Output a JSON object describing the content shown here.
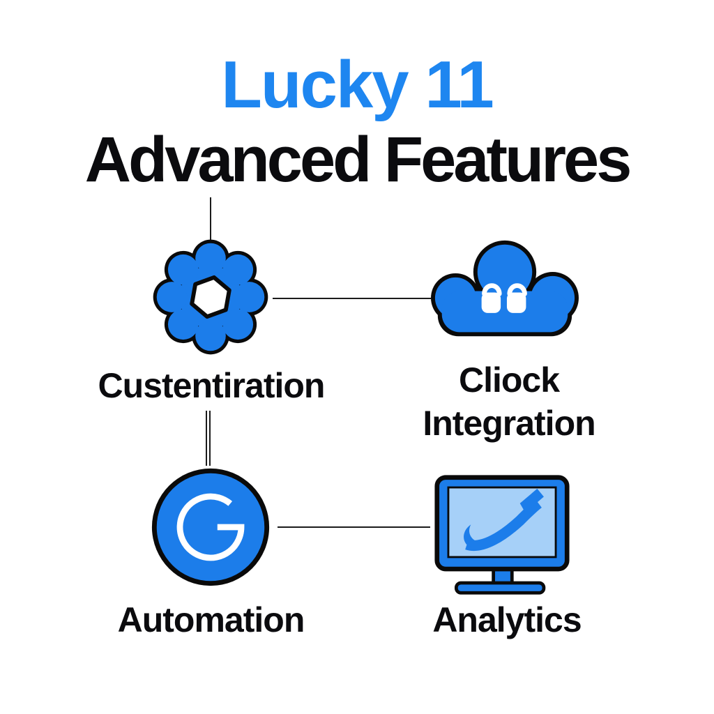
{
  "page": {
    "background": "#ffffff"
  },
  "header": {
    "title": "Lucky 11",
    "subtitle": "Advanced Features"
  },
  "colors": {
    "title_blue": "#1e86f0",
    "accent_blue": "#1c7dea",
    "screen_blue": "#a6d0f8",
    "ink": "#0a0a0a",
    "label_black": "#0b0b0e",
    "connector": "#1b1b1b"
  },
  "nodes": [
    {
      "id": "customization",
      "label": "Custentiration",
      "icon": "gear-icon"
    },
    {
      "id": "cloud_integration",
      "label": "Cliock Integration",
      "icon": "cloud-locks-icon"
    },
    {
      "id": "automation",
      "label": "Automation",
      "icon": "letter-g-circle-icon"
    },
    {
      "id": "analytics",
      "label": "Analytics",
      "icon": "analytics-monitor-icon"
    }
  ],
  "connections": [
    {
      "from": "subtitle",
      "to": "customization",
      "style": "single-line"
    },
    {
      "from": "customization",
      "to": "cloud_integration",
      "style": "single-line"
    },
    {
      "from": "customization",
      "to": "automation",
      "style": "double-line"
    },
    {
      "from": "automation",
      "to": "analytics",
      "style": "single-line"
    }
  ]
}
